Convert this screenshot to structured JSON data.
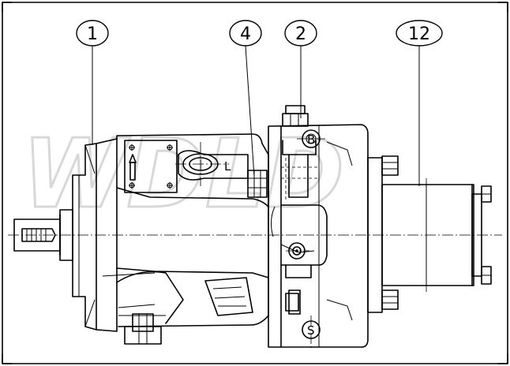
{
  "watermark": "WDLD",
  "balloons": {
    "b1": "1",
    "b4": "4",
    "b2": "2",
    "b12": "12"
  },
  "ports": {
    "L": "L",
    "B": "B",
    "S": "S"
  }
}
